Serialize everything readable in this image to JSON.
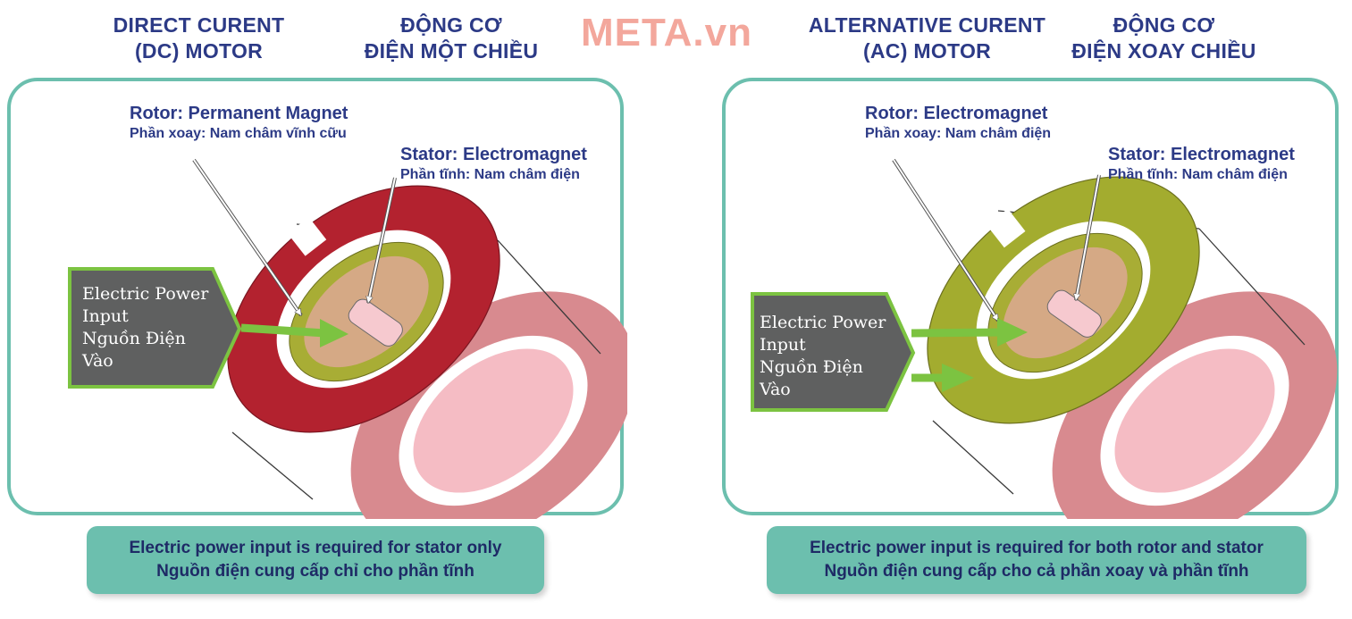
{
  "logo": "META.vn",
  "dc": {
    "title_en": [
      "DIRECT CURENT",
      "(DC) MOTOR"
    ],
    "title_vi": [
      "ĐỘNG CƠ",
      "ĐIỆN MỘT CHIỀU"
    ],
    "rotor_label": "Rotor: Permanent Magnet",
    "rotor_sub": "Phần xoay: Nam châm vĩnh cữu",
    "stator_label": "Stator: Electromagnet",
    "stator_sub": "Phần tĩnh: Nam châm điện",
    "input": [
      "Electric Power",
      "Input",
      "Nguồn Điện",
      "Vào"
    ],
    "caption": [
      "Electric power input is required for stator only",
      "Nguồn điện cung cấp chỉ cho phần tĩnh"
    ]
  },
  "ac": {
    "title_en": [
      "ALTERNATIVE CURENT",
      "(AC) MOTOR"
    ],
    "title_vi": [
      "ĐỘNG CƠ",
      "ĐIỆN XOAY CHIỀU"
    ],
    "rotor_label": "Rotor: Electromagnet",
    "rotor_sub": "Phần xoay: Nam châm điện",
    "stator_label": "Stator: Electromagnet",
    "stator_sub": "Phần tĩnh: Nam châm điện",
    "input": [
      "Electric Power",
      "Input",
      "Nguồn Điện",
      "Vào"
    ],
    "caption": [
      "Electric power input is required for both rotor and stator",
      "Nguồn điện cung cấp cho cả phần xoay và phần tĩnh"
    ]
  },
  "colors": {
    "panel_border": "#6cbfae",
    "dc_stator": "#b3222f",
    "ac_ring": "#a3ac2f",
    "rotor_green": "#a8ad35",
    "back_ring": "#d88a8f",
    "arrow_green": "#7cc341",
    "input_box": "#5f6060",
    "text_navy": "#2c3a86"
  }
}
